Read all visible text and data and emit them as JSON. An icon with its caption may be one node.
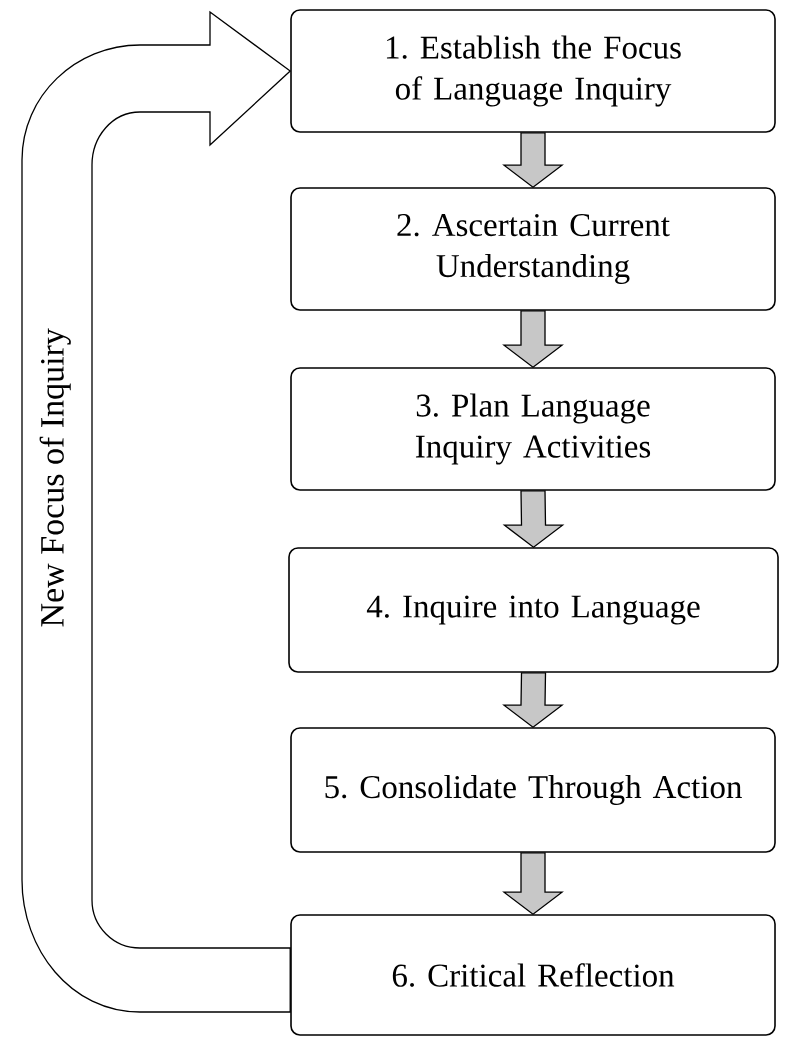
{
  "diagram": {
    "nodes": [
      {
        "text": [
          "1. Establish the Focus of Language Inquiry"
        ]
      },
      {
        "text": [
          "2. Ascertain Current Understanding"
        ]
      },
      {
        "text": [
          "3. Plan Language Inquiry Activities"
        ]
      },
      {
        "text": [
          "4. Inquire into Language"
        ]
      },
      {
        "text": [
          "5. Consolidate Through Action"
        ]
      },
      {
        "text": [
          "6. Critical Reflection"
        ]
      }
    ],
    "edges": [
      {
        "from": 0,
        "to": 1,
        "arrow": "to"
      },
      {
        "from": 1,
        "to": 2,
        "arrow": "to"
      },
      {
        "from": 2,
        "to": 3,
        "arrow": "to"
      },
      {
        "from": 3,
        "to": 4,
        "arrow": "to"
      },
      {
        "from": 4,
        "to": 5,
        "arrow": "to"
      },
      {
        "from": 5,
        "to": 0,
        "arrow": "to",
        "label": "New Focus of Inquiry"
      }
    ]
  }
}
